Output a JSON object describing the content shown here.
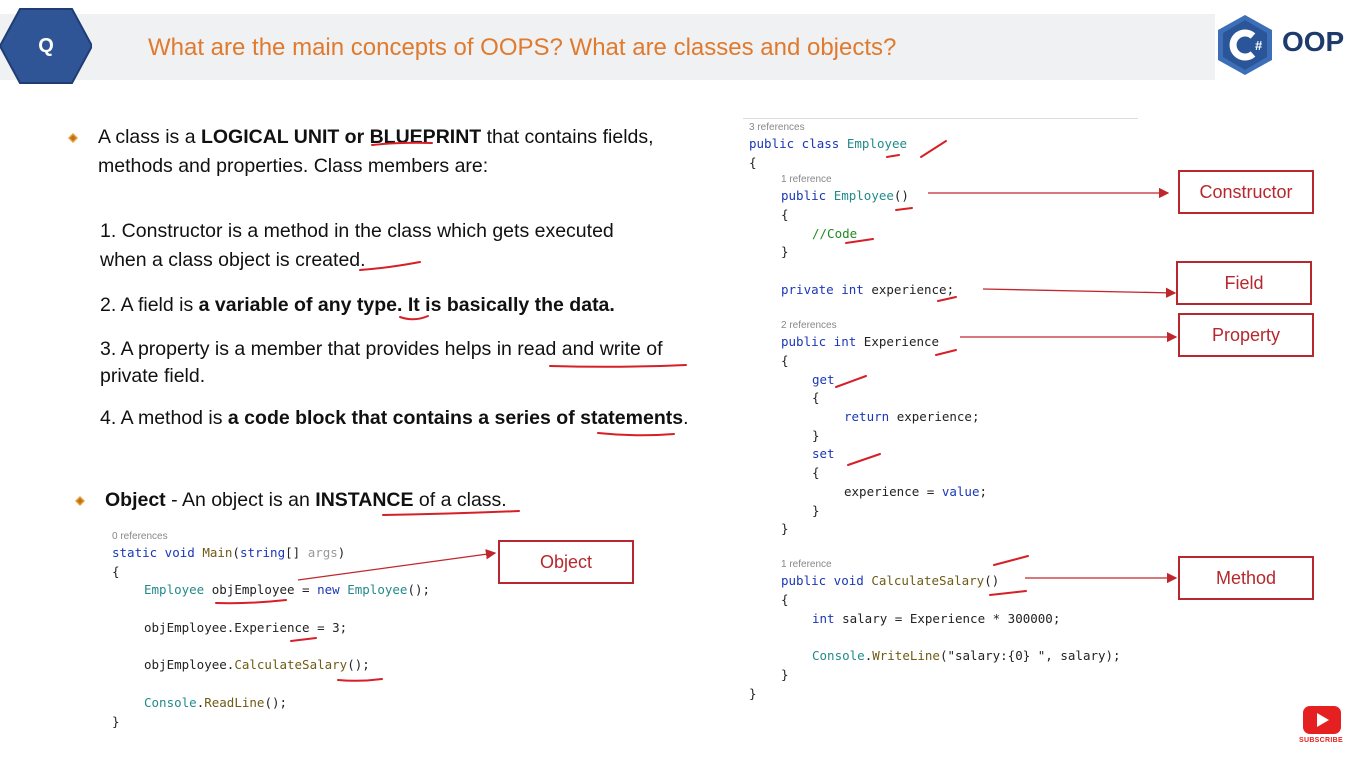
{
  "header": {
    "q_label": "Q",
    "title": "What are the main concepts of OOPS? What are classes and objects?",
    "logo_icon": "csharp-logo-icon",
    "logo_text": "OOP",
    "title_color": "#e07a2e"
  },
  "left": {
    "bullet1": {
      "t1": "A class is a ",
      "b1": "LOGICAL UNIT or BLUEPRINT",
      "t2": " that contains fields,",
      "line2": "methods and properties. Class members are:"
    },
    "items": {
      "i1_line1": "1. Constructor is a method in the class which gets executed",
      "i1_line2": "when a class object is created.",
      "i2_t": "2. A field is ",
      "i2_b": "a variable of any type. It is basically the data.",
      "i3_line1": "3. A property is a member that provides helps in read and write of",
      "i3_line2": "private field.",
      "i4_t": "4. A method is ",
      "i4_b": "a code block that contains a series of statements",
      "i4_end": "."
    },
    "bullet2": {
      "b1": "Object",
      "t1": " - An object is an ",
      "b2": "INSTANCE",
      "t2": " of a class."
    }
  },
  "main_code": {
    "refs": "0 references",
    "sig_kw": "static void ",
    "sig_name": "Main",
    "sig_open": "(",
    "sig_type": "string",
    "sig_arr": "[] ",
    "sig_arg": "args",
    "sig_close": ")",
    "open": "{",
    "l1_type": "Employee",
    "l1_var": " objEmployee = ",
    "l1_new": "new",
    "l1_sp": " ",
    "l1_type2": "Employee",
    "l1_end": "();",
    "l2": "objEmployee.Experience = 3;",
    "l3_a": "objEmployee.",
    "l3_m": "CalculateSalary",
    "l3_b": "();",
    "l4_c": "Console",
    "l4_dot": ".",
    "l4_m": "ReadLine",
    "l4_end": "();",
    "close": "}"
  },
  "class_code": {
    "refs_class": "3 references",
    "class_kw": "public class ",
    "class_name": "Employee",
    "open": "{",
    "refs_ctor": "1 reference",
    "ctor_kw": "public ",
    "ctor_name": "Employee",
    "ctor_end": "()",
    "ctor_open": "{",
    "ctor_comment": "//Code",
    "ctor_close": "}",
    "field_kw": "private int ",
    "field_name": "experience;",
    "refs_prop": "2 references",
    "prop_kw": "public int ",
    "prop_name": "Experience",
    "prop_open": "{",
    "get_kw": "get",
    "get_open": "{",
    "return_kw": "return ",
    "return_val": "experience;",
    "get_close": "}",
    "set_kw": "set",
    "set_open": "{",
    "set_body": "experience = ",
    "set_val": "value",
    "set_end": ";",
    "set_close": "}",
    "prop_close": "}",
    "refs_method": "1 reference",
    "method_kw": "public void ",
    "method_name": "CalculateSalary",
    "method_end": "()",
    "method_open": "{",
    "salary_kw": "int ",
    "salary_body": "salary = Experience * 300000;",
    "console_c": "Console",
    "console_dot": ".",
    "console_m": "WriteLine",
    "console_args": "(\"salary:{0} \", salary);",
    "method_close": "}",
    "close": "}"
  },
  "labels": {
    "constructor": "Constructor",
    "field": "Field",
    "property": "Property",
    "method": "Method",
    "object": "Object"
  },
  "youtube": {
    "icon": "youtube-play-icon",
    "caption": "SUBSCRIBE"
  },
  "colors": {
    "annotation_red": "#b6282e",
    "hex_blue": "#2f5597",
    "keyword_blue": "#1a37b8",
    "type_teal": "#238a8a"
  }
}
